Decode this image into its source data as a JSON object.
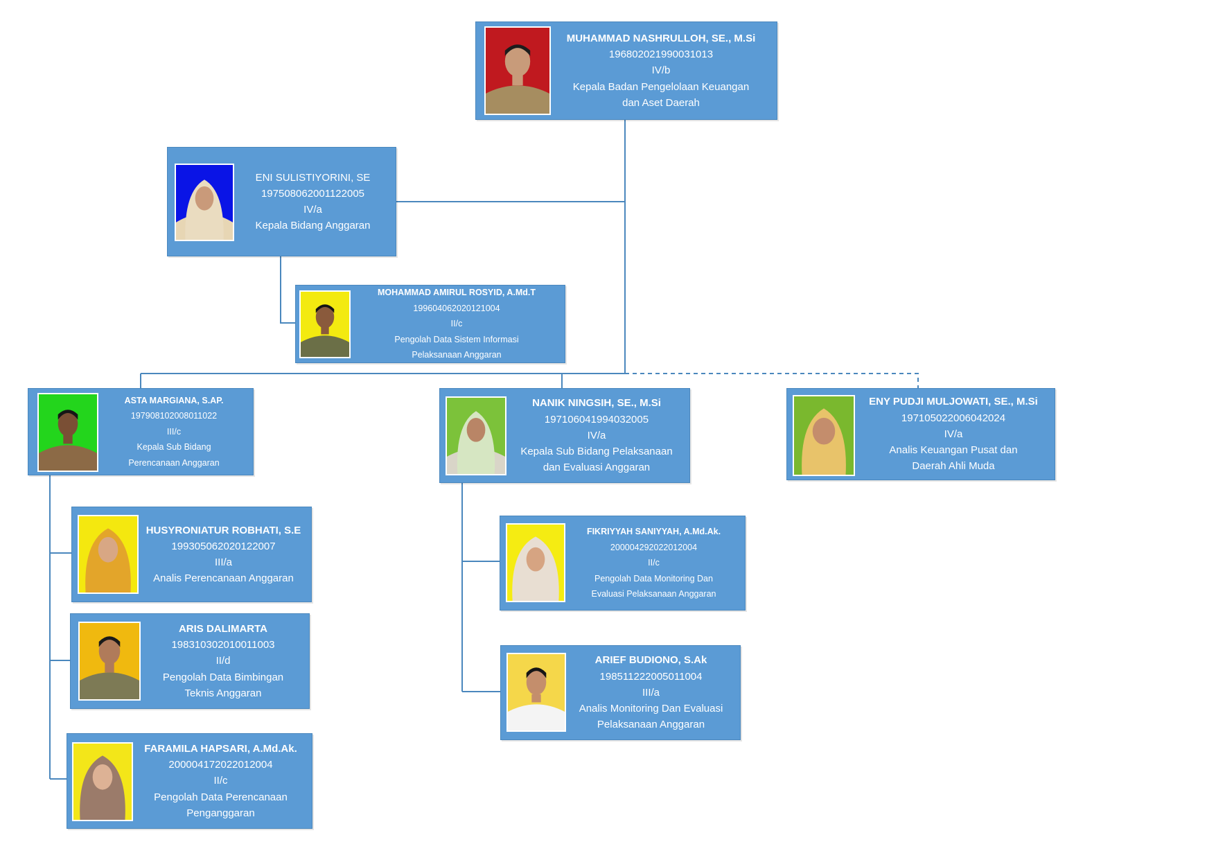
{
  "colors": {
    "card_fill": "#5b9bd5",
    "connector": "#4a87bd",
    "text": "#ffffff"
  },
  "cards": {
    "kepala": {
      "name": "MUHAMMAD NASHRULLOH, SE., M.Si",
      "nip": "196802021990031013",
      "grade": "IV/b",
      "position_line1": "Kepala Badan Pengelolaan Keuangan",
      "position_line2": "dan Aset Daerah",
      "photo_background": "#c0191f"
    },
    "eni": {
      "name": "ENI SULISTIYORINI, SE",
      "nip": "197508062001122005",
      "grade": "IV/a",
      "position_line1": "Kepala Bidang Anggaran",
      "photo_background": "#0a14e6"
    },
    "amirul": {
      "name": "MOHAMMAD AMIRUL ROSYID, A.Md.T",
      "nip": "199604062020121004",
      "grade": "II/c",
      "position_line1": "Pengolah Data Sistem Informasi",
      "position_line2": "Pelaksanaan Anggaran",
      "photo_background": "#f3ea10"
    },
    "asta": {
      "name": "ASTA MARGIANA, S.AP.",
      "nip": "197908102008011022",
      "grade": "III/c",
      "position_line1": "Kepala Sub Bidang",
      "position_line2": "Perencanaan Anggaran",
      "photo_background": "#23d51c"
    },
    "nanik": {
      "name": "NANIK NINGSIH, SE., M.Si",
      "nip": "197106041994032005",
      "grade": "IV/a",
      "position_line1": "Kepala Sub Bidang Pelaksanaan",
      "position_line2": "dan Evaluasi Anggaran",
      "photo_background": "#7cc23a"
    },
    "eny": {
      "name": "ENY PUDJI MULJOWATI, SE., M.Si",
      "nip": "197105022006042024",
      "grade": "IV/a",
      "position_line1": "Analis Keuangan Pusat dan",
      "position_line2": "Daerah Ahli Muda",
      "photo_background": "#7ab82e"
    },
    "husyroniatur": {
      "name": "HUSYRONIATUR ROBHATI, S.E",
      "nip": "199305062020122007",
      "grade": "III/a",
      "position_line1": "Analis Perencanaan Anggaran",
      "photo_background": "#f4e80f"
    },
    "aris": {
      "name": "ARIS DALIMARTA",
      "nip": "198310302010011003",
      "grade": "II/d",
      "position_line1": "Pengolah Data Bimbingan",
      "position_line2": "Teknis Anggaran",
      "photo_background": "#f0b90f"
    },
    "faramila": {
      "name": "FARAMILA HAPSARI, A.Md.Ak.",
      "nip": "200004172022012004",
      "grade": "II/c",
      "position_line1": "Pengolah Data Perencanaan",
      "position_line2": "Penganggaran",
      "photo_background": "#f3e619"
    },
    "fikriyyah": {
      "name": "FIKRIYYAH SANIYYAH, A.Md.Ak.",
      "nip": "200004292022012004",
      "grade": "II/c",
      "position_line1": "Pengolah Data Monitoring Dan",
      "position_line2": "Evaluasi Pelaksanaan Anggaran",
      "photo_background": "#f5ec12"
    },
    "arief": {
      "name": "ARIEF BUDIONO, S.Ak",
      "nip": "198511222005011004",
      "grade": "III/a",
      "position_line1": "Analis Monitoring Dan Evaluasi",
      "position_line2": "Pelaksanaan Anggaran",
      "photo_background": "#f5d74a"
    }
  }
}
